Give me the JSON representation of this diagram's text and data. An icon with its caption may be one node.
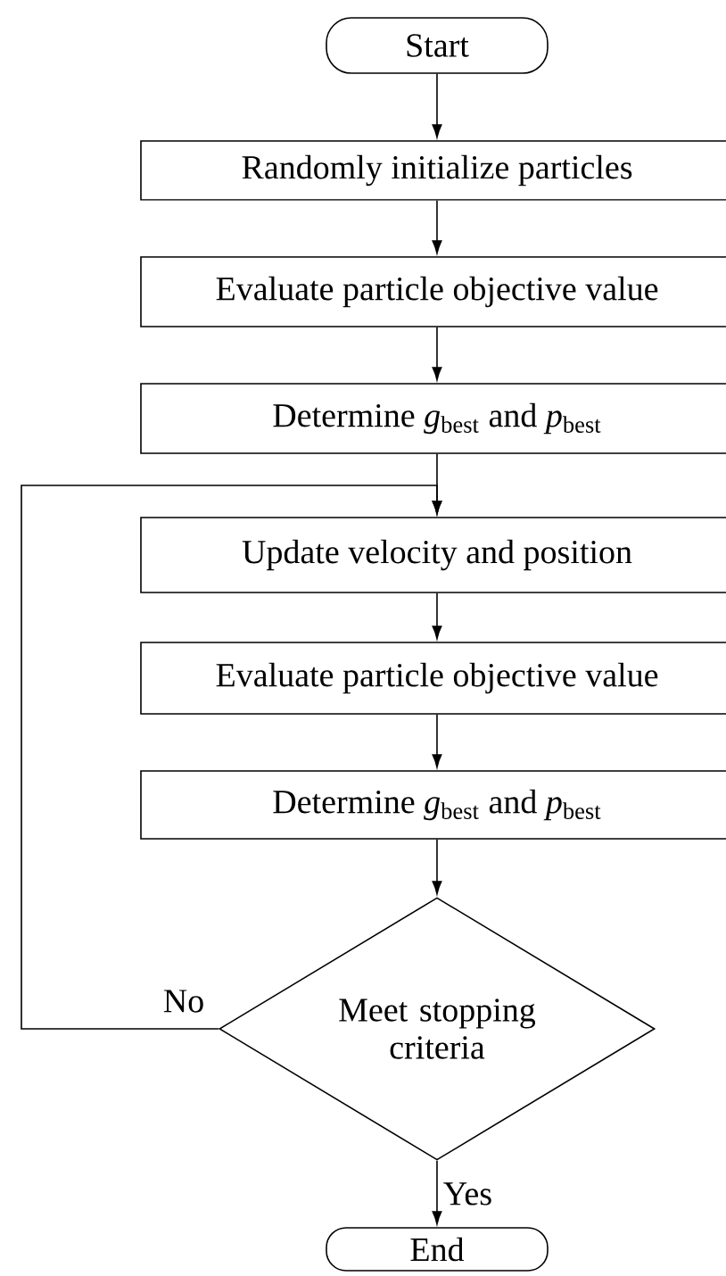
{
  "diagram": {
    "nodes": [
      {
        "text": [
          "Start"
        ]
      },
      {
        "text": [
          "Randomly initialize particles"
        ]
      },
      {
        "text": [
          "Evaluate particle objective value"
        ]
      },
      {
        "text": [
          "Determine *g*$_{best}$ and *p*$_{best}$"
        ]
      },
      {
        "text": [
          "Update velocity and position"
        ]
      },
      {
        "text": [
          "Evaluate particle objective value"
        ]
      },
      {
        "text": [
          "Determine *g*$_{best}$ and *p*$_{best}$"
        ]
      },
      {
        "text": [
          "Meet stopping criteria"
        ]
      },
      {
        "text": [
          "End"
        ]
      }
    ],
    "edges": [
      {
        "from": 0,
        "to": 1,
        "arrow": "to"
      },
      {
        "from": 1,
        "to": 2,
        "arrow": "to"
      },
      {
        "from": 2,
        "to": 3,
        "arrow": "to"
      },
      {
        "from": 3,
        "to": 4,
        "arrow": "to"
      },
      {
        "from": 4,
        "to": 5,
        "arrow": "to"
      },
      {
        "from": 5,
        "to": 6,
        "arrow": "to"
      },
      {
        "from": 6,
        "to": 7,
        "arrow": "to"
      },
      {
        "from": 7,
        "to": 4,
        "arrow": "to",
        "label": "No"
      },
      {
        "from": 7,
        "to": 8,
        "arrow": "to",
        "label": "Yes"
      }
    ]
  }
}
